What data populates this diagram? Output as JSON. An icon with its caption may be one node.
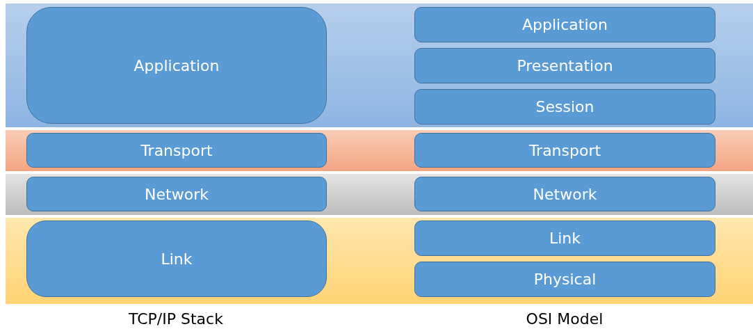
{
  "diagram": {
    "nodes": [
      {
        "text": [
          "Application"
        ]
      },
      {
        "text": [
          "Application"
        ]
      },
      {
        "text": [
          "Presentation"
        ]
      },
      {
        "text": [
          "Session"
        ]
      },
      {
        "text": [
          "Transport"
        ]
      },
      {
        "text": [
          "Transport"
        ]
      },
      {
        "text": [
          "Network"
        ]
      },
      {
        "text": [
          "Network"
        ]
      },
      {
        "text": [
          "Link"
        ]
      },
      {
        "text": [
          "Link"
        ]
      },
      {
        "text": [
          "Physical"
        ]
      }
    ],
    "labels": [
      "TCP/IP Stack",
      "OSI Model"
    ]
  }
}
